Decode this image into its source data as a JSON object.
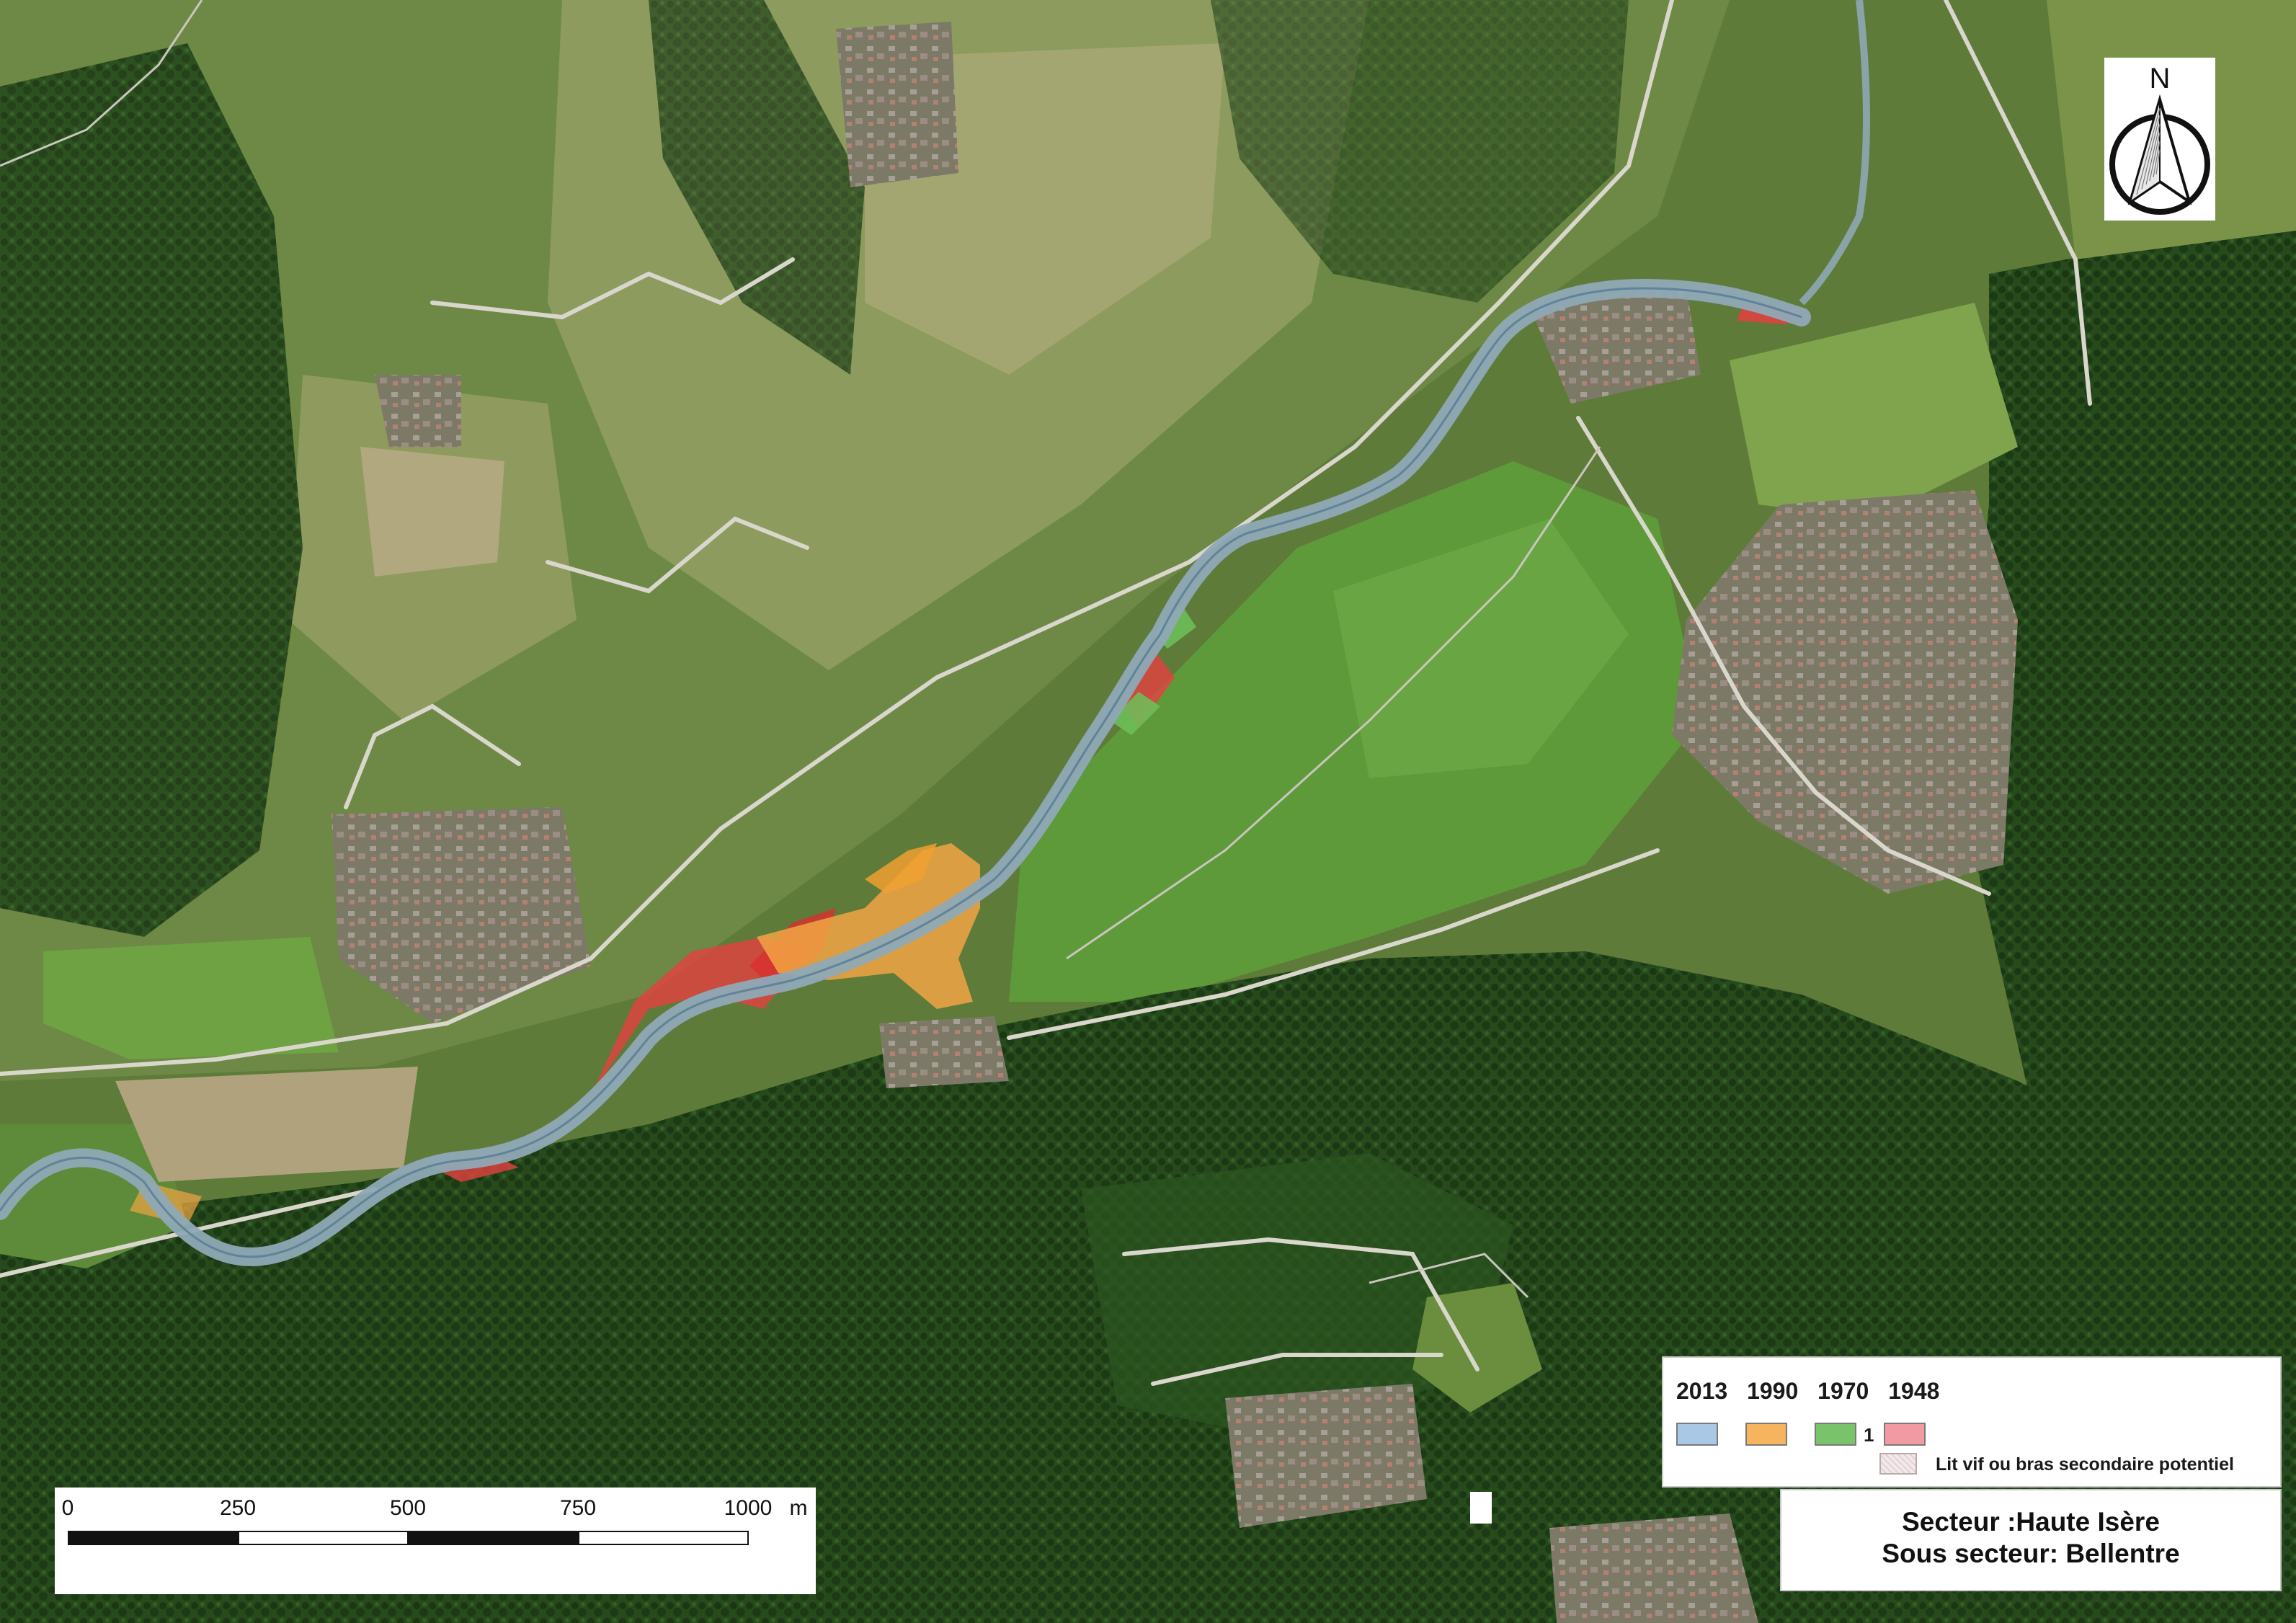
{
  "map": {
    "base": "aerial-imagery",
    "colors": {
      "forest_dark": "#1f3b17",
      "forest": "#2f5623",
      "meadow": "#6f8a45",
      "field_light": "#9aab60",
      "field_dry": "#b4a880",
      "road": "#d8d6cf",
      "village": "#8f8779",
      "river_2013": "#8fb7d9",
      "river_1990": "#f2a544",
      "river_1970": "#6dc15b",
      "river_1948": "#e34141"
    }
  },
  "legend": {
    "years": [
      "2013",
      "1990",
      "1970",
      "1948"
    ],
    "swatch_colors": [
      "#a9c8e6",
      "#f6b45e",
      "#79c46b",
      "#f19aa3"
    ],
    "marker_after_1970": "1",
    "hatch_label": "Lit vif ou bras secondaire potentiel"
  },
  "title_box": {
    "line1": "Secteur :Haute Isère",
    "line2": "Sous secteur: Bellentre"
  },
  "scale_bar": {
    "labels": [
      "0",
      "250",
      "500",
      "750",
      "1000"
    ],
    "unit": "m"
  },
  "north_arrow": {
    "label": "N",
    "icon": "north-arrow-icon"
  }
}
